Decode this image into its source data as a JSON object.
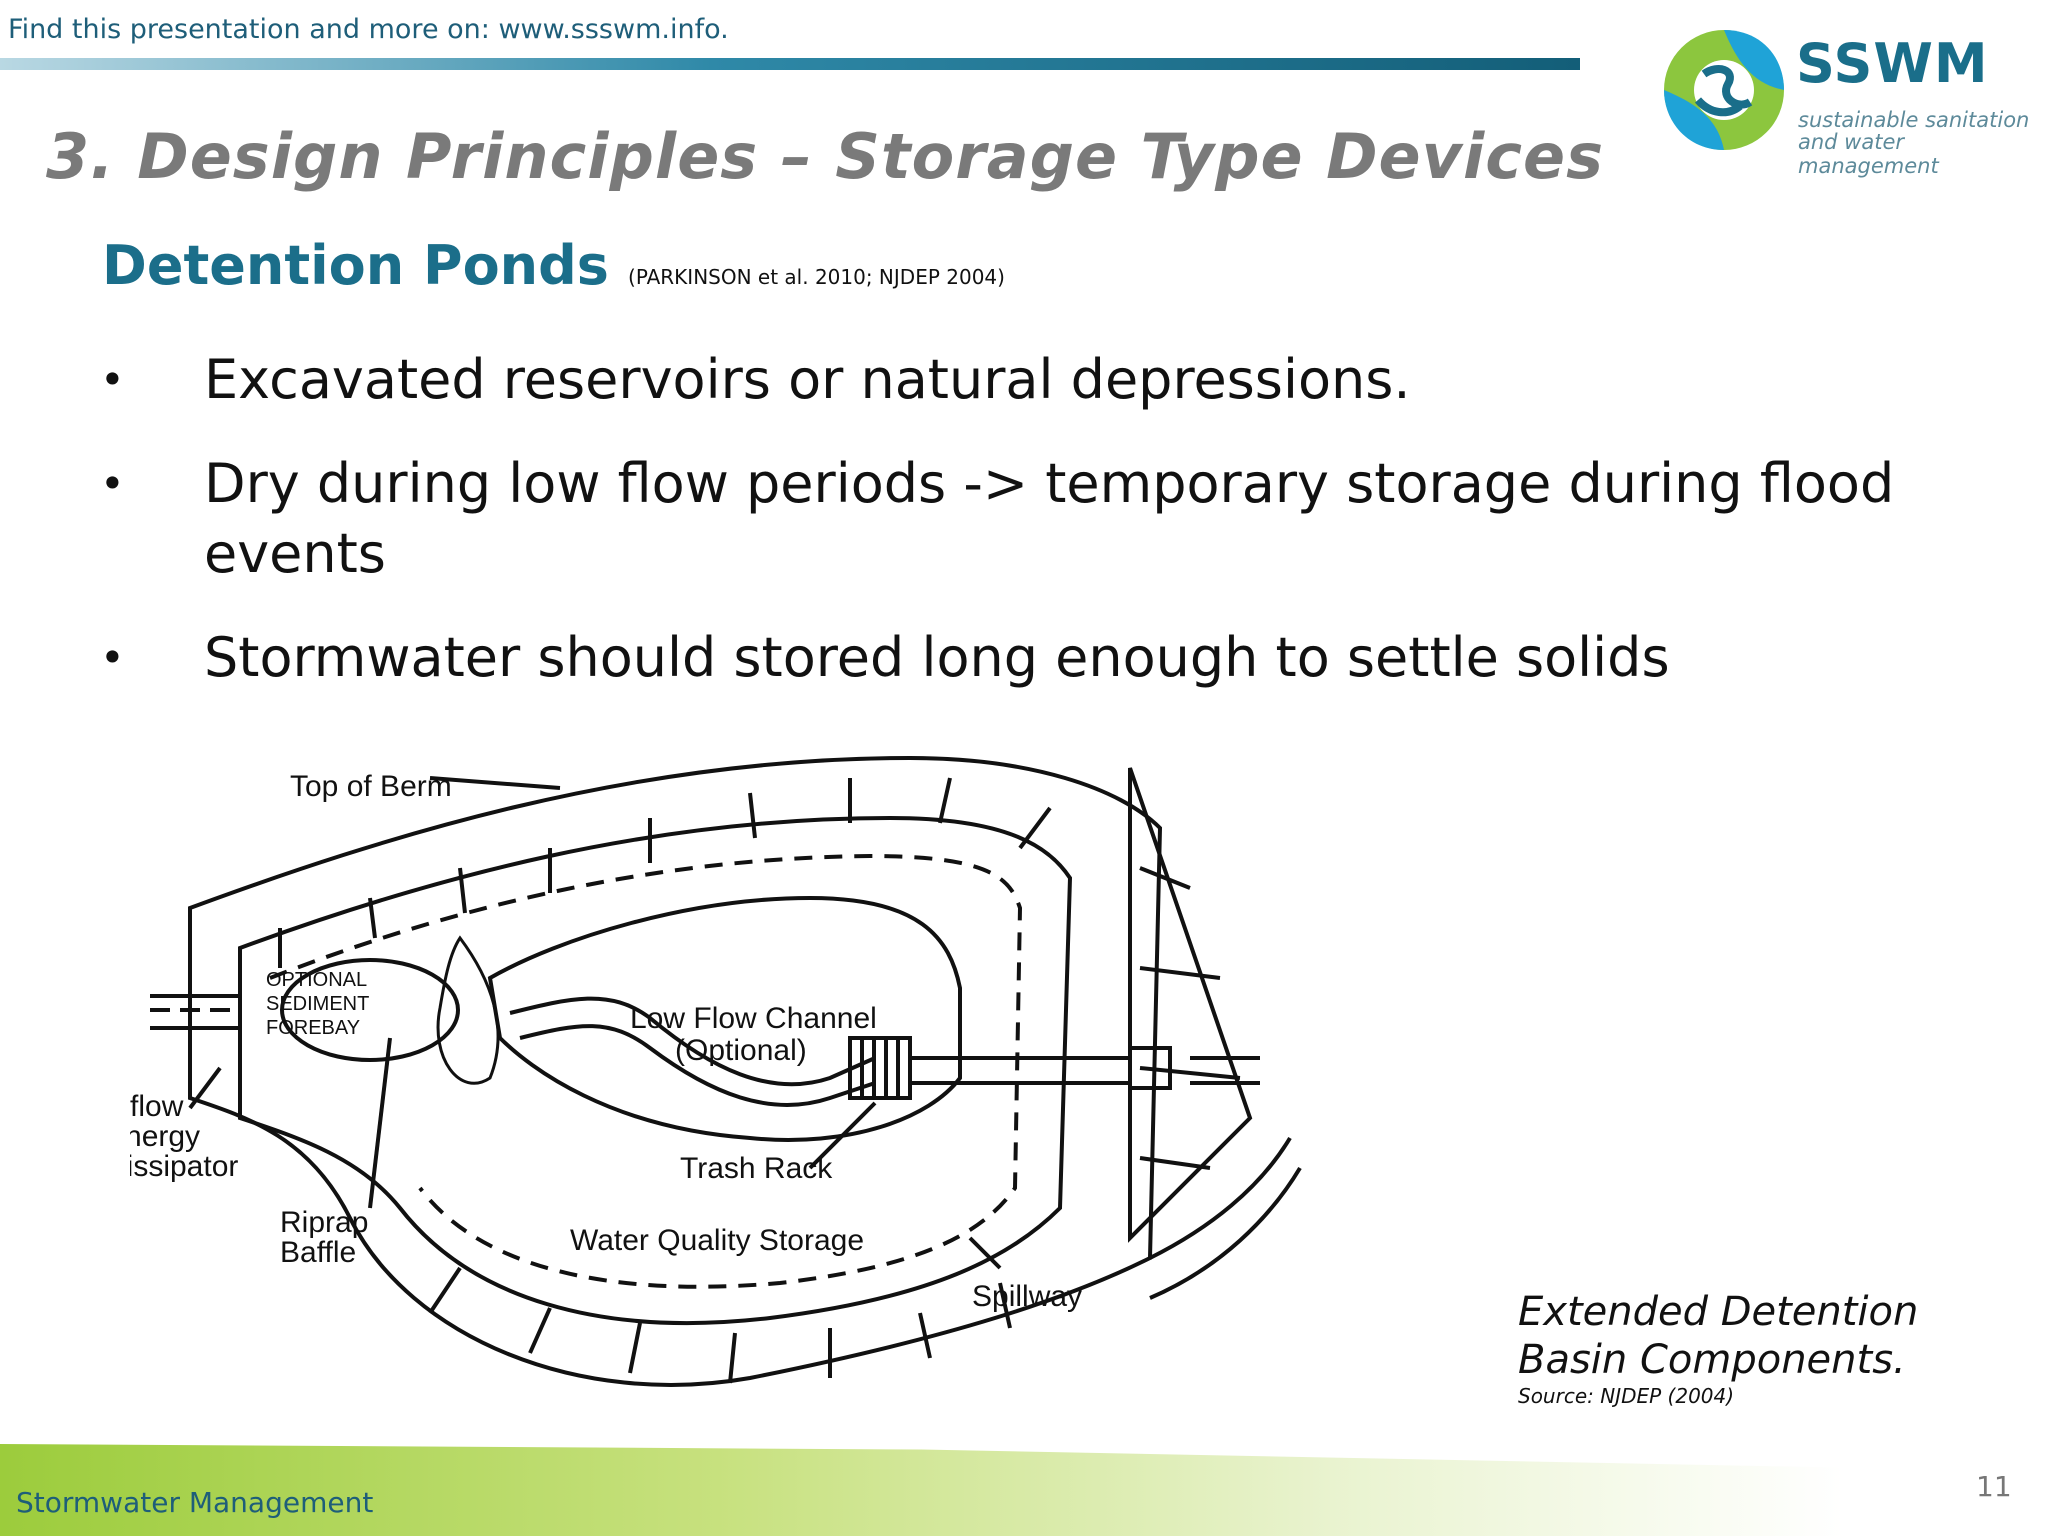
{
  "header": {
    "topline": "Find this presentation and more on: www.ssswm.info.",
    "logo_name": "SSWM",
    "logo_tag_1": "sustainable sanitation",
    "logo_tag_2": "and water management"
  },
  "slide": {
    "title": "3. Design Principles – Storage Type Devices",
    "subtitle": "Detention Ponds",
    "subtitle_ref": "(PARKINSON et al. 2010; NJDEP 2004)",
    "bullets": [
      "Excavated reservoirs or natural depressions.",
      "Dry during low flow periods -> temporary storage during flood events",
      "Stormwater should stored long enough to settle solids"
    ]
  },
  "diagram": {
    "labels": {
      "top_of_berm": "Top of Berm",
      "optional_1": "OPTIONAL",
      "optional_2": "SEDIMENT",
      "optional_3": "FOREBAY",
      "inflow_1": "Inflow",
      "inflow_2": "Energy",
      "inflow_3": "Dissipator",
      "low_flow_1": "Low Flow Channel",
      "low_flow_2": "(Optional)",
      "trash_rack": "Trash Rack",
      "riprap_1": "Riprap",
      "riprap_2": "Baffle",
      "water_quality": "Water Quality Storage",
      "spillway": "Spillway"
    }
  },
  "caption": {
    "line1": "Extended Detention",
    "line2": "Basin Components.",
    "source": "Source: NJDEP (2004)"
  },
  "footer": {
    "text": "Stormwater Management",
    "page_number": "11"
  }
}
